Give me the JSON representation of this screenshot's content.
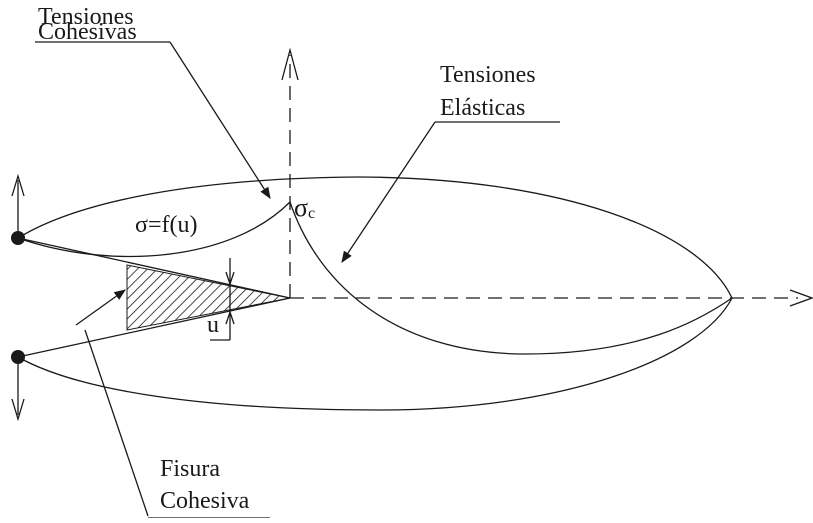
{
  "labels": {
    "tensiones_cohesivas_line1": "Tensiones",
    "tensiones_cohesivas_line2": "Cohesivas",
    "tensiones_elasticas_line1": "Tensiones",
    "tensiones_elasticas_line2": "Elásticas",
    "fisura_cohesiva_line1": "Fisura",
    "fisura_cohesiva_line2": "Cohesiva",
    "cohesive_law": "σ=f(u)",
    "sigma_c_symbol": "σ",
    "sigma_c_subscript": "c",
    "opening_u": "u"
  },
  "colors": {
    "ink": "#1a1a1a",
    "background": "#ffffff"
  }
}
